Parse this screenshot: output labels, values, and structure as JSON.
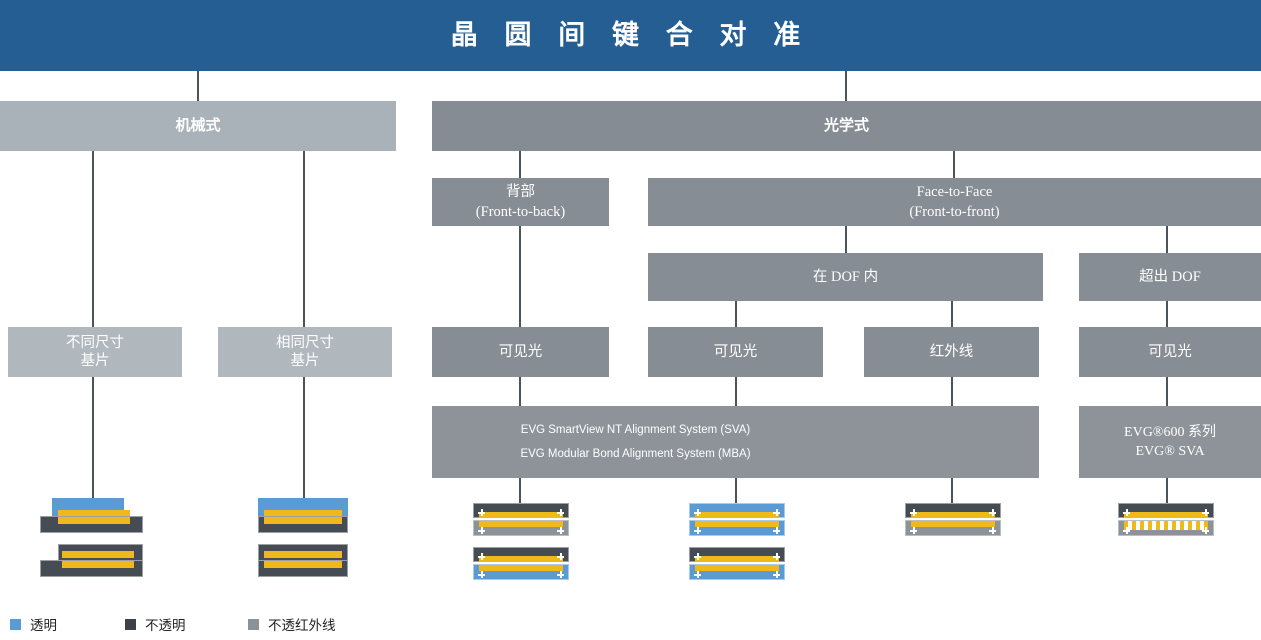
{
  "title": "晶 圆 间 键 合 对 准",
  "colors": {
    "title_bar": "#255e92",
    "mechanical": "#aab2b9",
    "optical": "#858c94",
    "node": "#868d95",
    "node_light": "#b0b7bd",
    "connector": "#4c5359",
    "transparent": "#5b9bd5",
    "opaque": "#454c54",
    "ir_opaque": "#8c9299",
    "metal": "#f0b91b"
  },
  "level1": [
    {
      "id": "mechanical",
      "label": "机械式"
    },
    {
      "id": "optical",
      "label": "光学式"
    }
  ],
  "level2": [
    {
      "id": "front-to-back",
      "label_cn": "背部",
      "label_en": "(Front-to-back)"
    },
    {
      "id": "face-to-face",
      "label_cn": "Face-to-Face",
      "label_en": "(Front-to-front)"
    }
  ],
  "level3": [
    {
      "id": "within-dof",
      "label": "在 DOF 内"
    },
    {
      "id": "beyond-dof",
      "label": "超出 DOF"
    }
  ],
  "level4": [
    {
      "id": "different-size-substrate",
      "label_line1": "不同尺寸",
      "label_line2": "基片"
    },
    {
      "id": "same-size-substrate",
      "label_line1": "相同尺寸",
      "label_line2": "基片"
    },
    {
      "id": "visible-light-ftb",
      "label": "可见光"
    },
    {
      "id": "visible-light-dof",
      "label": "可见光"
    },
    {
      "id": "infrared",
      "label": "红外线"
    },
    {
      "id": "visible-light-beyond",
      "label": "可见光"
    }
  ],
  "systems": {
    "smartview": {
      "line1": "EVG SmartView NT Alignment System (SVA)",
      "line2": "EVG Modular Bond Alignment System (MBA)"
    },
    "evg600": {
      "line1": "EVG®600 系列",
      "line2": "EVG® SVA"
    }
  },
  "legend": [
    {
      "id": "transparent",
      "label": "透明",
      "color": "#5b9bd5"
    },
    {
      "id": "opaque",
      "label": "不透明",
      "color": "#3c4248"
    },
    {
      "id": "ir-opaque",
      "label": "不透红外线",
      "color": "#8c9299"
    }
  ]
}
